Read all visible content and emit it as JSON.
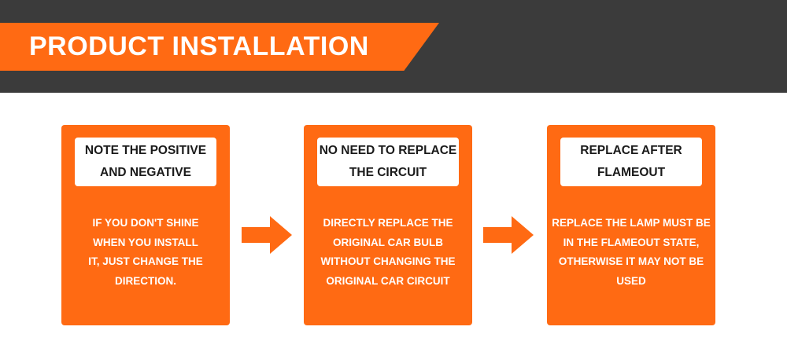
{
  "header": {
    "title": "PRODUCT INSTALLATION"
  },
  "colors": {
    "accent": "#ff6a13",
    "header_background": "#3b3b3b",
    "text_light": "#ffffff",
    "text_dark": "#1a1a1a"
  },
  "steps": [
    {
      "title_lines": [
        "NOTE THE POSITIVE",
        "AND NEGATIVE"
      ],
      "body_lines": [
        "IF YOU DON'T SHINE",
        "WHEN YOU INSTALL",
        "IT, JUST CHANGE THE",
        "DIRECTION."
      ]
    },
    {
      "title_lines": [
        "NO NEED TO REPLACE",
        "THE CIRCUIT"
      ],
      "body_lines": [
        "DIRECTLY REPLACE THE",
        "ORIGINAL CAR BULB",
        "WITHOUT CHANGING THE",
        "ORIGINAL CAR CIRCUIT"
      ]
    },
    {
      "title_lines": [
        "REPLACE AFTER",
        "FLAMEOUT"
      ],
      "body_lines": [
        "REPLACE THE LAMP MUST BE",
        "IN THE FLAMEOUT STATE,",
        "OTHERWISE IT MAY NOT BE",
        "USED"
      ]
    }
  ],
  "icons": {
    "arrow": "arrow-right-icon"
  }
}
